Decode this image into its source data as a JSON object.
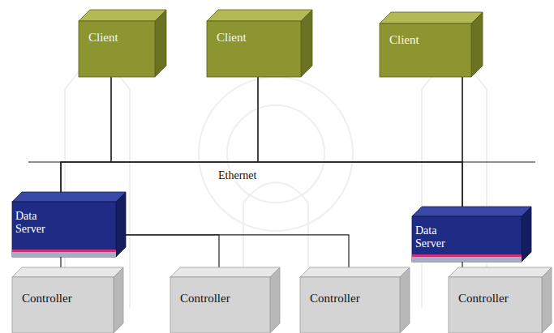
{
  "diagram": {
    "nodes": [
      {
        "text": [
          "Client"
        ]
      },
      {
        "text": [
          "Client"
        ]
      },
      {
        "text": [
          "Client"
        ]
      },
      {
        "text": [
          "Data Server"
        ]
      },
      {
        "text": [
          "Data Server"
        ]
      },
      {
        "text": [
          "Controller"
        ]
      },
      {
        "text": [
          "Controller"
        ]
      },
      {
        "text": [
          "Controller"
        ]
      },
      {
        "text": [
          "Controller"
        ]
      }
    ],
    "edges": [
      {
        "from": 0,
        "to": 3,
        "arrow": "none"
      },
      {
        "from": 0,
        "to": 4,
        "arrow": "none"
      },
      {
        "from": 1,
        "to": 3,
        "arrow": "none"
      },
      {
        "from": 1,
        "to": 4,
        "arrow": "none"
      },
      {
        "from": 2,
        "to": 3,
        "arrow": "none"
      },
      {
        "from": 2,
        "to": 4,
        "arrow": "none"
      },
      {
        "from": 3,
        "to": 5,
        "arrow": "none"
      },
      {
        "from": 3,
        "to": 6,
        "arrow": "none"
      },
      {
        "from": 3,
        "to": 7,
        "arrow": "none"
      },
      {
        "from": 4,
        "to": 8,
        "arrow": "none"
      }
    ],
    "labels": [
      "Ethernet"
    ]
  }
}
